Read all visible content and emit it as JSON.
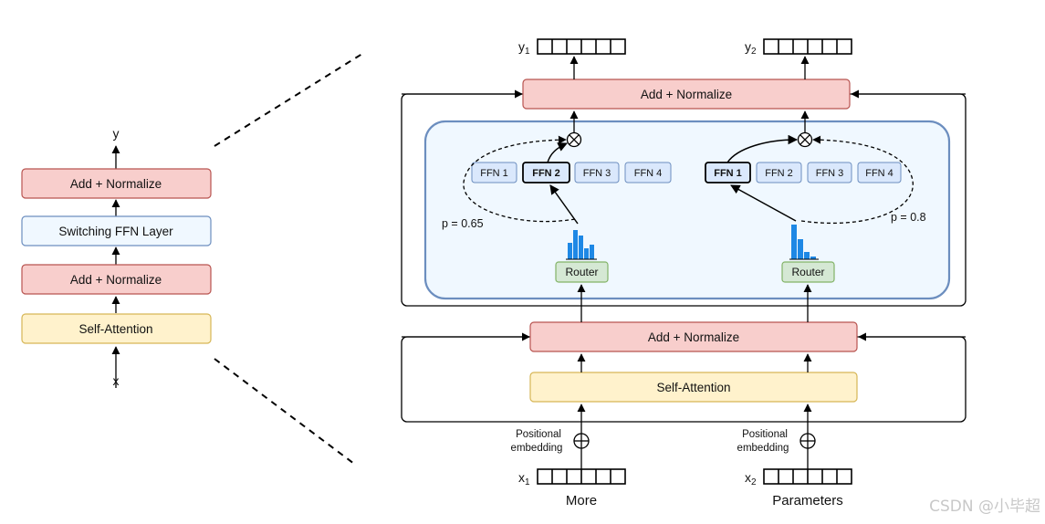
{
  "left_stack": {
    "output_label": "y",
    "input_label": "x",
    "blocks": {
      "add_norm_top": "Add + Normalize",
      "switching_ffn": "Switching FFN Layer",
      "add_norm_bottom": "Add + Normalize",
      "self_attention": "Self-Attention"
    }
  },
  "right_diagram": {
    "outputs": [
      {
        "label": "y",
        "subscript": "1"
      },
      {
        "label": "y",
        "subscript": "2"
      }
    ],
    "inputs": [
      {
        "label": "x",
        "subscript": "1",
        "word": "More"
      },
      {
        "label": "x",
        "subscript": "2",
        "word": "Parameters"
      }
    ],
    "add_norm_top": "Add + Normalize",
    "add_norm_bottom": "Add + Normalize",
    "self_attention": "Self-Attention",
    "positional_embedding": [
      "Positional",
      "embedding"
    ],
    "router_label": "Router",
    "ffn_left": [
      "FFN 1",
      "FFN 2",
      "FFN 3",
      "FFN 4"
    ],
    "ffn_right": [
      "FFN 1",
      "FFN 2",
      "FFN 3",
      "FFN 4"
    ],
    "prob_left": "p = 0.65",
    "prob_right": "p = 0.8"
  },
  "watermark": "CSDN @小毕超",
  "colors": {
    "add_norm_fill": "#f8cecc",
    "add_norm_stroke": "#b85450",
    "ffn_layer_fill": "#f0f8ff",
    "ffn_layer_stroke": "#6c8ebf",
    "attention_fill": "#fff2cc",
    "attention_stroke": "#d6b656",
    "router_fill": "#d5e8d4",
    "router_stroke": "#82b366",
    "bar_color": "#1e88e5"
  }
}
